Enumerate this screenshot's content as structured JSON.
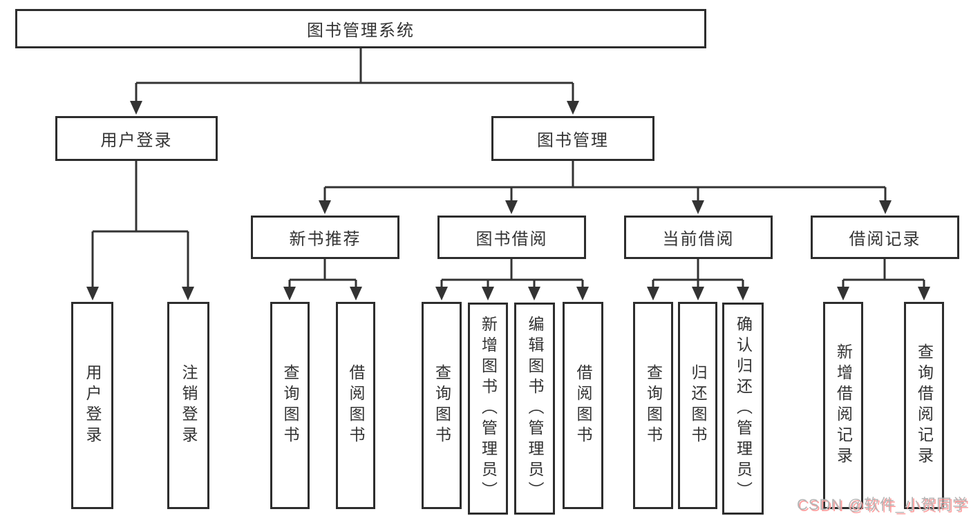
{
  "diagram": {
    "type": "tree",
    "orientation": "top-down",
    "title": "图书管理系统",
    "nodes": {
      "root": {
        "label": "图书管理系统"
      },
      "user_login": {
        "label": "用户登录"
      },
      "book_management": {
        "label": "图书管理"
      },
      "user_login_leaf": {
        "label": "用户登录"
      },
      "logout": {
        "label": "注销登录"
      },
      "new_book_recommend": {
        "label": "新书推荐"
      },
      "book_borrowing": {
        "label": "图书借阅"
      },
      "current_borrowing": {
        "label": "当前借阅"
      },
      "borrowing_records": {
        "label": "借阅记录"
      },
      "recommend_query_book": {
        "label": "查询图书"
      },
      "recommend_borrow_book": {
        "label": "借阅图书"
      },
      "borrowing_query_book": {
        "label": "查询图书"
      },
      "add_book_admin": {
        "label": "新增图书（管理员）"
      },
      "edit_book_admin": {
        "label": "编辑图书（管理员）"
      },
      "borrowing_borrow_book": {
        "label": "借阅图书"
      },
      "current_query_book": {
        "label": "查询图书"
      },
      "return_book": {
        "label": "归还图书"
      },
      "confirm_return_admin": {
        "label": "确认归还（管理员）"
      },
      "add_borrow_record": {
        "label": "新增借阅记录"
      },
      "query_borrow_record": {
        "label": "查询借阅记录"
      }
    },
    "hierarchy": [
      {
        "parent": "图书管理系统",
        "children": [
          "用户登录",
          "图书管理"
        ]
      },
      {
        "parent": "用户登录",
        "children": [
          "用户登录",
          "注销登录"
        ]
      },
      {
        "parent": "图书管理",
        "children": [
          "新书推荐",
          "图书借阅",
          "当前借阅",
          "借阅记录"
        ]
      },
      {
        "parent": "新书推荐",
        "children": [
          "查询图书",
          "借阅图书"
        ]
      },
      {
        "parent": "图书借阅",
        "children": [
          "查询图书",
          "新增图书（管理员）",
          "编辑图书（管理员）",
          "借阅图书"
        ]
      },
      {
        "parent": "当前借阅",
        "children": [
          "查询图书",
          "归还图书",
          "确认归还（管理员）"
        ]
      },
      {
        "parent": "借阅记录",
        "children": [
          "新增借阅记录",
          "查询借阅记录"
        ]
      }
    ],
    "watermark": "CSDN @软件_小贺同学",
    "colors": {
      "line": "#333333",
      "border": "#2d2d2d",
      "fill": "#ffffff",
      "text": "#333333",
      "wm_text": "#b5b5b5",
      "wm_shadow": "#ff9e9e"
    }
  }
}
